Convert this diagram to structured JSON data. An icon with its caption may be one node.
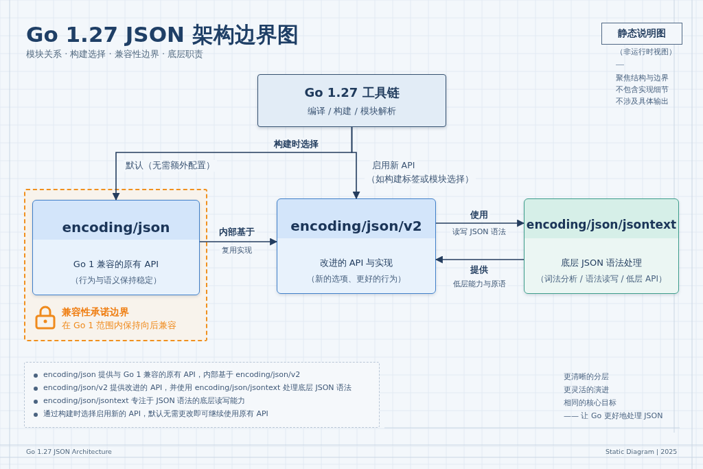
{
  "diagram": {
    "title": "Go 1.27 JSON 架构边界图",
    "nodes": [
      {
        "text": [
          "Go 1.27 工具链",
          "编译 / 构建 / 模块解析"
        ]
      },
      {
        "text": [
          "兼容性承诺边界",
          "在 Go 1 范围内保持向后兼容"
        ]
      },
      {
        "text": [
          "encoding/json",
          "Go 1 兼容的原有 API",
          "（行为与语义保持稳定）"
        ],
        "in": 1
      },
      {
        "text": [
          "encoding/json/v2",
          "改进的 API 与实现",
          "（新的选项、更好的行为）"
        ]
      },
      {
        "text": [
          "encoding/json/jsontext",
          "底层 JSON 语法处理",
          "（词法分析 / 语法读写 / 低层 API）"
        ]
      },
      {
        "text": [
          "静态说明图"
        ],
        "beside": [
          "（非运行时视图）",
          "聚焦结构与边界",
          "不包含实现细节",
          "不涉及具体输出"
        ]
      },
      {
        "text": [
          "encoding/json 提供与 Go 1 兼容的原有 API，内部基于 encoding/json/v2",
          "encoding/json/v2 提供改进的 API，并使用 encoding/json/jsontext 处理底层 JSON 语法",
          "encoding/json/jsontext 专注于 JSON 语法的底层读写能力",
          "通过构建时选择启用新的 API，默认无需更改即可继续使用原有 API"
        ]
      }
    ],
    "edges": [
      {
        "from": 0,
        "to": 2,
        "arrow": "to",
        "label": "默认（无需额外配置）"
      },
      {
        "from": 0,
        "to": 3,
        "arrow": "to",
        "label": "启用新 API"
      },
      {
        "from": 2,
        "to": 3,
        "arrow": "to",
        "label": "内部基于"
      },
      {
        "from": 3,
        "to": 4,
        "arrow": "to",
        "label": "使用"
      },
      {
        "from": 4,
        "to": 3,
        "arrow": "to",
        "label": "提供"
      }
    ],
    "labels": [
      "模块关系 · 构建选择 · 兼容性边界 · 底层职责",
      "构建时选择",
      "（如构建标签或模块选择）",
      "复用实现",
      "读写 JSON 语法",
      "低层能力与原语",
      "更清晰的分层",
      "更灵活的演进",
      "相同的核心目标",
      "—— 让 Go 更好地处理 JSON",
      "Go 1.27 JSON Architecture",
      "Static Diagram | 2025"
    ]
  }
}
